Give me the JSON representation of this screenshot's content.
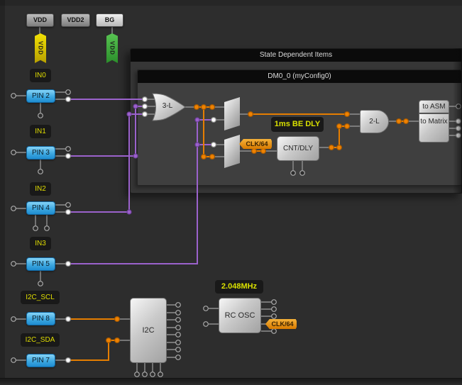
{
  "rails": [
    {
      "label": "VDD",
      "flag": "VDD"
    },
    {
      "label": "VDD2",
      "flag": ""
    },
    {
      "label": "BG",
      "flag": "VDD"
    }
  ],
  "pins": [
    {
      "net": "IN0",
      "pin": "PIN 2"
    },
    {
      "net": "IN1",
      "pin": "PIN 3"
    },
    {
      "net": "IN2",
      "pin": "PIN 4"
    },
    {
      "net": "IN3",
      "pin": "PIN 5"
    },
    {
      "net": "I2C_SCL",
      "pin": "PIN 8"
    },
    {
      "net": "I2C_SDA",
      "pin": "PIN 7"
    }
  ],
  "panels": {
    "outer_title": "State Dependent Items",
    "inner_title": "DM0_0 (myConfig0)"
  },
  "logic": {
    "or_gate": "3-L",
    "and_gate": "2-L",
    "delay_block": "CNT/DLY",
    "delay_label": "1ms BE DLY",
    "clk_flag": "CLK/64",
    "to_asm": "to ASM",
    "to_matrix": "to Matrix"
  },
  "periph": {
    "i2c": "I2C",
    "rc_osc": "RC OSC",
    "freq_label": "2.048MHz",
    "clk_flag": "CLK/64"
  },
  "colors": {
    "wire_purple": "#9b62cc",
    "wire_orange": "#e67e00",
    "wire_gray": "#8f8f8f",
    "pin_blue": "#2e9fe0",
    "net_label_yellow": "#e0dd00",
    "flag_orange": "#e89020",
    "rail_yellow": "#e8d404",
    "rail_green": "#3eae3e",
    "panel_bg": "#3f3f3f",
    "background": "#2d2d2d"
  }
}
